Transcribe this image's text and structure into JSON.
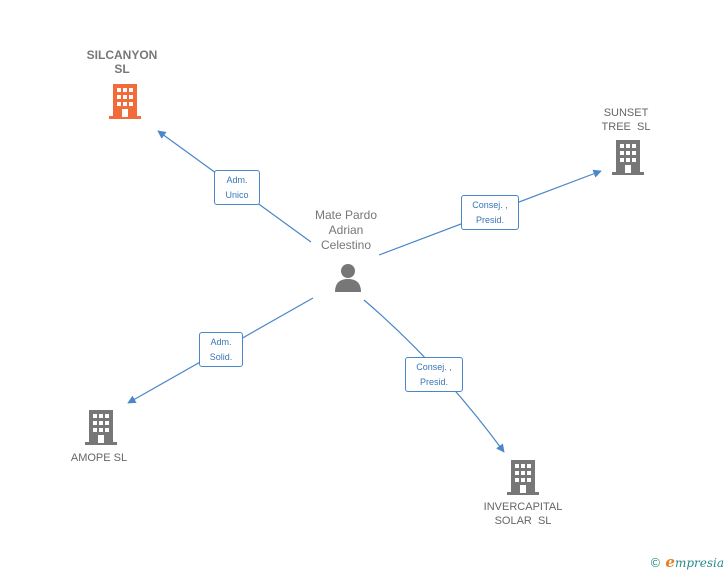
{
  "colors": {
    "edge": "#4a86c8",
    "company_icon": "#777777",
    "highlight_icon": "#f26b38",
    "person_icon": "#777777",
    "brand": "#2a8a8a"
  },
  "person": {
    "name_lines": [
      "Mate Pardo",
      "Adrian",
      "Celestino"
    ],
    "icon": "person-icon"
  },
  "companies": [
    {
      "id": "silcanyon",
      "name_lines": [
        "SILCANYON",
        "SL"
      ],
      "icon": "building-icon",
      "highlight": true
    },
    {
      "id": "sunset",
      "name_lines": [
        "SUNSET",
        "TREE  SL"
      ],
      "icon": "building-icon",
      "highlight": false
    },
    {
      "id": "amope",
      "name_lines": [
        "AMOPE SL"
      ],
      "icon": "building-icon",
      "highlight": false
    },
    {
      "id": "invercapital",
      "name_lines": [
        "INVERCAPITAL",
        "SOLAR  SL"
      ],
      "icon": "building-icon",
      "highlight": false
    }
  ],
  "relations": [
    {
      "to": "silcanyon",
      "label_lines": [
        "Adm.",
        "Unico"
      ]
    },
    {
      "to": "sunset",
      "label_lines": [
        "Consej. ,",
        "Presid."
      ]
    },
    {
      "to": "amope",
      "label_lines": [
        "Adm.",
        "Solid."
      ]
    },
    {
      "to": "invercapital",
      "label_lines": [
        "Consej. ,",
        "Presid."
      ]
    }
  ],
  "footer": {
    "copyright_symbol": "©",
    "brand_initial": "e",
    "brand_rest": "mpresia"
  }
}
